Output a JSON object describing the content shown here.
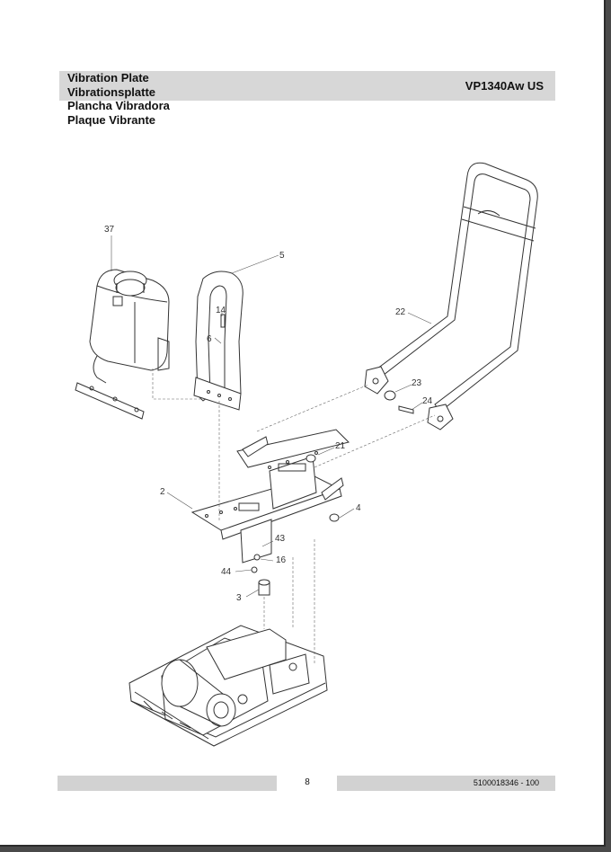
{
  "header": {
    "titles": [
      "Vibration Plate",
      "Vibrationsplatte",
      "Plancha Vibradora",
      "Plaque Vibrante"
    ],
    "model": "VP1340Aw US"
  },
  "diagram": {
    "callouts": [
      "37",
      "5",
      "14",
      "6",
      "22",
      "23",
      "24",
      "21",
      "2",
      "4",
      "43",
      "16",
      "44",
      "3"
    ]
  },
  "footer": {
    "page_number": "8",
    "document_number": "5100018346 - 100"
  }
}
